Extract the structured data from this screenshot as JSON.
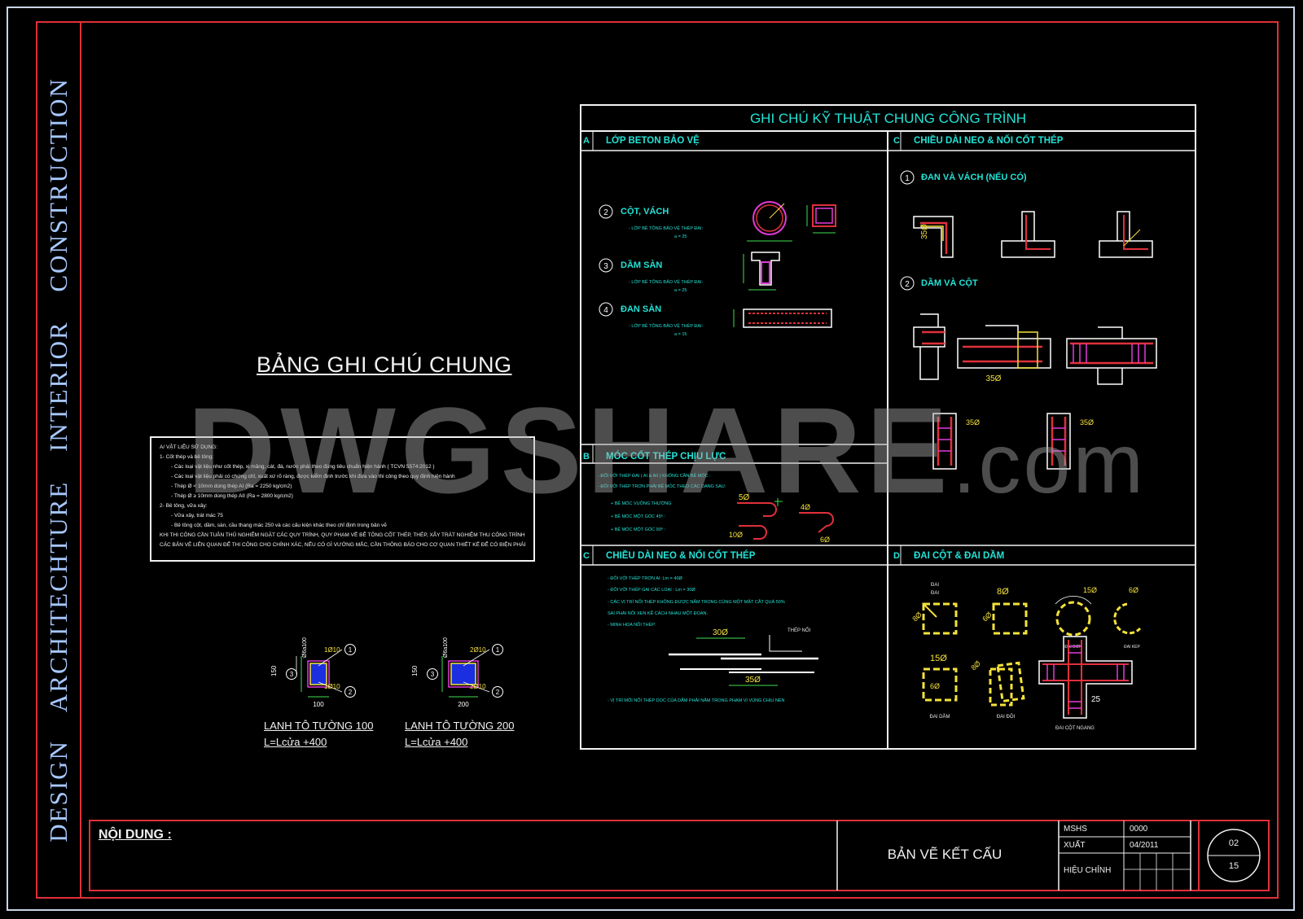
{
  "side_title": "DESIGN ARCHITECHTURE INTERIOR CONSTRUCTION",
  "watermark": {
    "main": "DWGSHARE",
    "suffix": ".com"
  },
  "general_notes": {
    "title": "BẢNG GHI CHÚ CHUNG",
    "lines": [
      "A/ VẬT LIỆU SỬ DỤNG:",
      "1- Cốt thép và bê tông:",
      "- Các loại vật liệu như cốt thép, xi măng, cát, đá, nước phải theo đúng tiêu chuẩn hiện hành ( TCVN 5574:2012 )",
      "- Các loại vật liệu phải có chứng chỉ, xuất xứ rõ ràng, được kiểm định trước khi đưa vào thi công theo quy định hiện hành",
      "- Thép Ø < 10mm dùng thép AI (Ra = 2250 kg/cm2)",
      "- Thép Ø ≥ 10mm dùng thép AII (Ra = 2800 kg/cm2)",
      "2- Bê tông, vữa xây:",
      "- Vữa xây, trát mác 75",
      "- Bê tông cột, dầm, sàn, cầu thang mác 250 và các cấu kiện khác theo chỉ định trong bản vẽ",
      "KHI THI CÔNG CẦN TUÂN THỦ NGHIÊM NGẶT CÁC QUY TRÌNH, QUY PHẠM VỀ BÊ TÔNG CỐT THÉP, THÉP, XÂY TRÁT NGHIỆM THU CÔNG TRÌNH XÂY DỰNG, CẦN KẾT HỢP VỚI",
      "CÁC BẢN VẼ LIÊN QUAN ĐỂ THI CÔNG CHO CHÍNH XÁC, NẾU CÓ GÌ VƯỚNG MẮC, CẦN THÔNG BÁO CHO CƠ QUAN THIẾT KẾ ĐỂ CÓ BIỆN PHÁP XỬ LÝ KỊP THỜI"
    ]
  },
  "technical_notes": {
    "title": "GHI CHÚ KỸ THUẬT CHUNG CÔNG TRÌNH",
    "section_a": {
      "letter": "A",
      "label": "LỚP BETON BẢO VỆ",
      "items": [
        {
          "num": "2",
          "label": "CỘT, VÁCH",
          "note": "- LỚP BÊ TÔNG BẢO VỆ THÉP ĐAI:",
          "value": "a = 25"
        },
        {
          "num": "3",
          "label": "DẦM SÀN",
          "note": "- LỚP BÊ TÔNG BẢO VỆ THÉP ĐAI:",
          "value": "a = 25"
        },
        {
          "num": "4",
          "label": "ĐAN SÀN",
          "note": "- LỚP BÊ TÔNG BẢO VỆ THÉP ĐAI:",
          "value": "a = 15"
        }
      ]
    },
    "section_b": {
      "letter": "B",
      "label": "MÓC CỐT THÉP CHỊU LỰC",
      "lines": [
        "- ĐỐI VỚI THÉP ĐAI ( AI & AII ) KHÔNG CẦN BẺ MÓC :",
        "- ĐỐI VỚI THÉP TRƠN PHẢI BẺ MÓC THEO CÁC DẠNG SAU:",
        "+ BẺ MÓC VUÔNG THƯỜNG",
        "+ BẺ MÓC MỘT GÓC 45º :",
        "+ BẺ MÓC MỘT GÓC 90º :"
      ],
      "dims": [
        "5Ø",
        "10Ø",
        "4Ø",
        "6Ø"
      ]
    },
    "section_c1": {
      "letter": "C",
      "label": "CHIỀU DÀI NEO & NỐI CỐT THÉP",
      "items": [
        {
          "num": "1",
          "label": "ĐAN VÀ VÁCH (NẾU CÓ)"
        },
        {
          "num": "2",
          "label": "DẦM VÀ CỘT"
        }
      ],
      "dims": [
        "35Ø",
        "35Ø",
        "35Ø",
        "35Ø"
      ]
    },
    "section_c2": {
      "letter": "C",
      "label": "CHIỀU DÀI NEO & NỐI CỐT THÉP",
      "lines": [
        "- ĐỐI VỚI THÉP TRƠN AI:     Lm = 40Ø",
        "- ĐỐI VỚI THÉP GAI CÁC LOẠI :  Lm = 30Ø",
        "- CÁC VỊ TRÍ NỐI THÉP KHÔNG ĐƯỢC NẰM TRONG CÙNG MỘT MẶT CẮT QUÁ 50%",
        "  SAI PHẢI NỐI XEN KẼ CÁCH NHAU MỘT ĐOẠN.",
        "- MINH HỌA NỐI THÉP:",
        "- VỊ TRÍ MỐI NỐI THÉP DỌC CỦA DẦM PHẢI NẰM TRONG PHẠM VI VÙNG CHỊU NÉN"
      ],
      "dims": [
        "30Ø",
        "35Ø"
      ],
      "callout": "THÉP NỐI"
    },
    "section_d": {
      "letter": "D",
      "label": "ĐAI CỘT & ĐAI DẦM",
      "dims": [
        "8Ø",
        "6Ø",
        "8Ø",
        "6Ø",
        "15Ø",
        "6Ø",
        "8Ø",
        "15Ø",
        "25"
      ],
      "captions": [
        "ĐAI",
        "ĐAI",
        "ĐAI ĐƠN",
        "ĐAI KÉP",
        "ĐAI DẦM",
        "ĐAI ĐÔI",
        "ĐAI CỘT NGANG"
      ]
    }
  },
  "lintels": [
    {
      "name": "LANH TÔ TƯỜNG 100",
      "formula": "L=Lcửa +400",
      "top_bar": "1Ø10",
      "bot_bar": "1Ø10",
      "width": "100",
      "height": "150",
      "stirrup": "Ø6a100",
      "marks": [
        "1",
        "2",
        "3"
      ]
    },
    {
      "name": "LANH TÔ TƯỜNG 200",
      "formula": "L=Lcửa +400",
      "top_bar": "2Ø10",
      "bot_bar": "2Ø10",
      "width": "200",
      "height": "150",
      "stirrup": "Ø6a100",
      "marks": [
        "1",
        "2",
        "3"
      ]
    }
  ],
  "title_block": {
    "content_label": "NỘI DUNG :",
    "drawing_title": "BẢN VẼ KẾT CẤU",
    "fields": [
      {
        "key": "MSHS",
        "value": "0000"
      },
      {
        "key": "XUẤT",
        "value": "04/2011"
      },
      {
        "key": "HIỆU CHỈNH",
        "value": ""
      }
    ],
    "sheet_no": "02",
    "total_sheets": "15"
  },
  "colors": {
    "cyan": "#22e3d6",
    "red": "#e0303a",
    "yellow": "#f5e23a",
    "green": "#3fe04f",
    "magenta": "#e23ad9",
    "blue_title": "#a6c8ff"
  }
}
